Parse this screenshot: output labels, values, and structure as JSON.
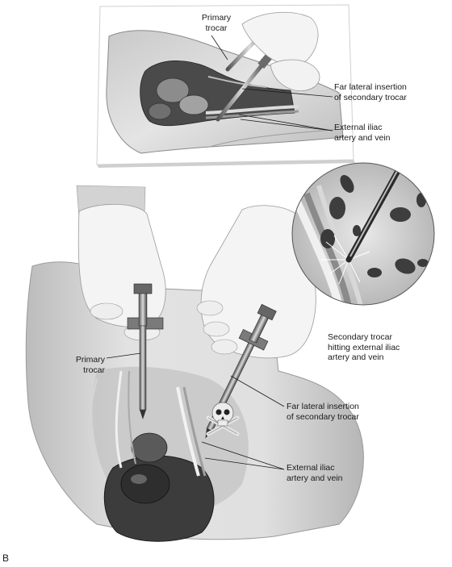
{
  "top_panel": {
    "primary_trocar": [
      "Primary",
      "trocar"
    ],
    "far_lateral": [
      "Far lateral insertion",
      "of secondary trocar"
    ],
    "external_iliac": [
      "External iliac",
      "artery and vein"
    ]
  },
  "bottom_panel": {
    "primary_trocar": [
      "Primary",
      "trocar"
    ],
    "secondary_hitting": [
      "Secondary trocar",
      "hitting external iliac",
      "artery and vein"
    ],
    "far_lateral": [
      "Far lateral insertion",
      "of secondary trocar"
    ],
    "external_iliac": [
      "External iliac",
      "artery and vein"
    ],
    "panel_letter": "B"
  },
  "icons": [
    "skull-crossbones-icon",
    "gloved-hand-icon",
    "trocar-icon"
  ],
  "colors": {
    "ink": "#1a1a1a",
    "skin": "#d8d8d8",
    "glove": "#f4f4f4",
    "blood": "#4a4a4a"
  }
}
